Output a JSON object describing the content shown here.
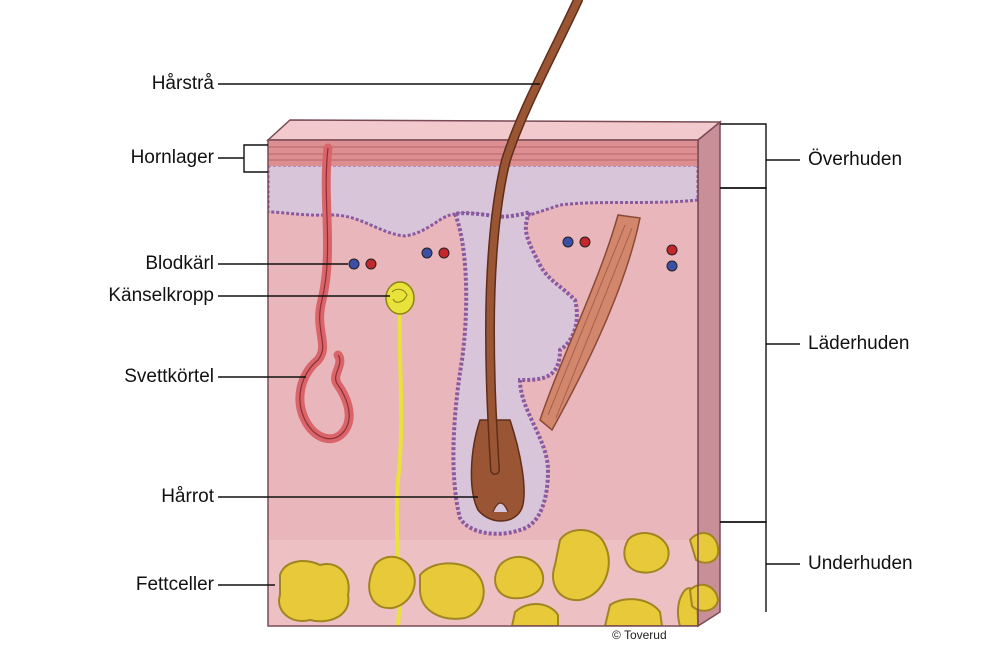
{
  "labels_left": {
    "hair_shaft": "Hårstrå",
    "stratum_corneum": "Hornlager",
    "blood_vessels": "Blodkärl",
    "sensory_receptor": "Känselkropp",
    "sweat_gland": "Svettkörtel",
    "hair_root": "Hårrot",
    "fat_cells": "Fettceller"
  },
  "labels_right": {
    "epidermis": "Överhuden",
    "dermis": "Läderhuden",
    "hypodermis": "Underhuden"
  },
  "copyright": "© Toverud",
  "colors": {
    "dermis": "#e8b6bb",
    "surface": "#f2c9cc",
    "stratum": "#dc8e90",
    "epidermis": "#d9c5da",
    "membrane": "#8a5aa0",
    "hair": "#8b4a2b",
    "fat": "#e8c93a",
    "nerve": "#e9e23a",
    "sweat_gland": "#d9656a",
    "vessel_blue": "#3a4fa5",
    "vessel_red": "#c4262b"
  }
}
